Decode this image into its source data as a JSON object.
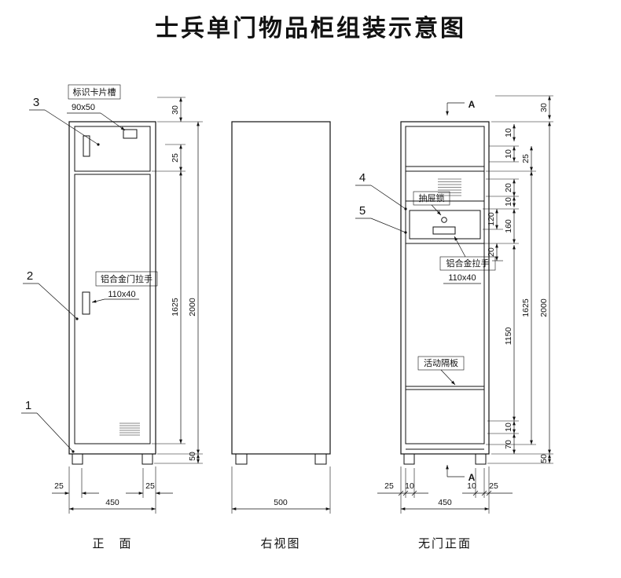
{
  "title": "士兵单门物品柜组装示意图",
  "captions": {
    "front": "正　面",
    "side": "右视图",
    "nodoor": "无门正面"
  },
  "parts": {
    "p1": "1",
    "p2": "2",
    "p3": "3",
    "p4": "4",
    "p5": "5"
  },
  "labels": {
    "card_slot": "标识卡片槽",
    "card_slot_size": "90x50",
    "door_handle": "铝合金门拉手",
    "door_handle_size": "110x40",
    "drawer_lock": "抽屉锁",
    "drawer_handle": "铝合金拉手",
    "drawer_handle_size": "110x40",
    "shelf": "活动隔板",
    "section_mark": "A"
  },
  "dims_front": {
    "h30": "30",
    "h25": "25",
    "h1625": "1625",
    "h2000": "2000",
    "h50": "50",
    "w25l": "25",
    "w450": "450",
    "w25r": "25"
  },
  "dims_side": {
    "w500": "500"
  },
  "dims_nodoor": {
    "h30": "30",
    "h10a": "10",
    "h10b": "10",
    "h25": "25",
    "h20a": "20",
    "h10c": "10",
    "h120": "120",
    "h160": "160",
    "h20b": "20",
    "h1150": "1150",
    "h1625": "1625",
    "h2000": "2000",
    "h10d": "10",
    "h70": "70",
    "h50": "50",
    "w25l": "25",
    "w10l": "10",
    "w10r": "10",
    "w25r": "25",
    "w450": "450"
  }
}
